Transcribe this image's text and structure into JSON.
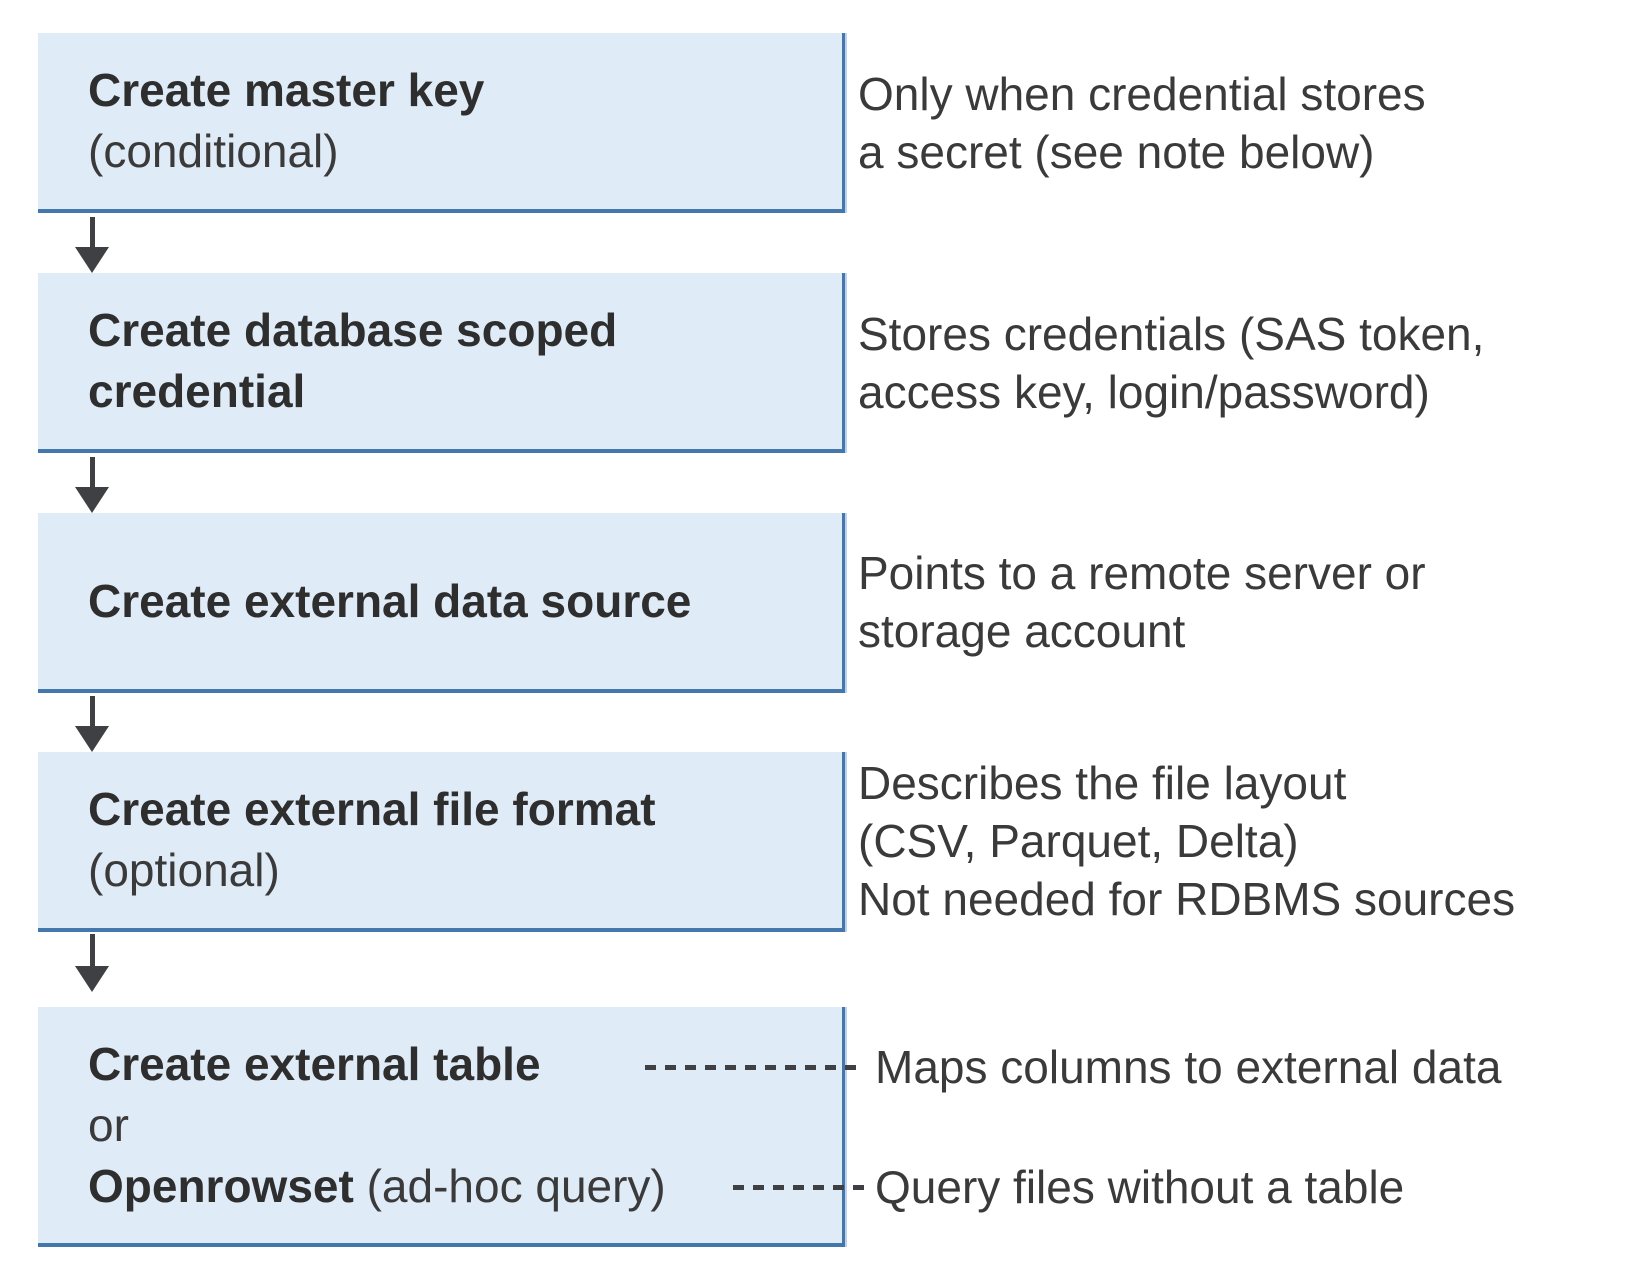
{
  "colors": {
    "box_fill": "#e0ebf8",
    "box_border": "#4478ad",
    "title_text": "#2e2e2e",
    "body_text": "#3a3a3a",
    "connector": "#3f4043"
  },
  "steps": [
    {
      "id": "create-master-key",
      "title": "Create master key",
      "qualifier": "(conditional)",
      "note_lines": [
        "Only when credential stores",
        "a secret (see note below)"
      ]
    },
    {
      "id": "create-database-scoped-credential",
      "title_lines": [
        "Create database scoped",
        "credential"
      ],
      "note_lines": [
        "Stores credentials (SAS token,",
        "access key, login/password)"
      ]
    },
    {
      "id": "create-external-data-source",
      "title": "Create external data source",
      "note_lines": [
        "Points to a remote server or",
        "storage account"
      ]
    },
    {
      "id": "create-external-file-format",
      "title": "Create external file format",
      "qualifier": "(optional)",
      "note_lines": [
        "Describes the file layout",
        "(CSV, Parquet, Delta)",
        "Not needed for RDBMS sources"
      ]
    },
    {
      "id": "create-external-table-or-openrowset",
      "title": "Create external table",
      "or_word": "or",
      "alt_title": "Openrowset",
      "alt_qualifier": " (ad-hoc query)",
      "note_table": "Maps columns to external data",
      "note_openrowset": "Query files without a table"
    }
  ]
}
